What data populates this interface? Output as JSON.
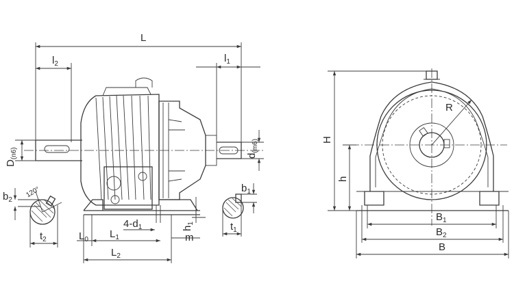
{
  "labels": {
    "L": "L",
    "l2": "l",
    "l2_sub": "2",
    "l1": "l",
    "l1_sub": "1",
    "D": "D",
    "D_sub": "(n6)",
    "d": "d",
    "d_sub": "(m6)",
    "b2": "b",
    "b2_sub": "2",
    "angle": "120°",
    "t2": "t",
    "t2_sub": "2",
    "L0": "L",
    "L0_sub": "0",
    "L1": "L",
    "L1_sub": "1",
    "holes": "4-d",
    "holes_sub": "1",
    "h1": "h",
    "h1_sub": "1",
    "m": "m",
    "b1": "b",
    "b1_sub": "1",
    "t1": "t",
    "t1_sub": "1",
    "L2": "L",
    "L2_sub": "2",
    "H": "H",
    "R": "R",
    "h": "h",
    "B1": "B",
    "B1_sub": "1",
    "B2": "B",
    "B2_sub": "2",
    "B": "B"
  }
}
